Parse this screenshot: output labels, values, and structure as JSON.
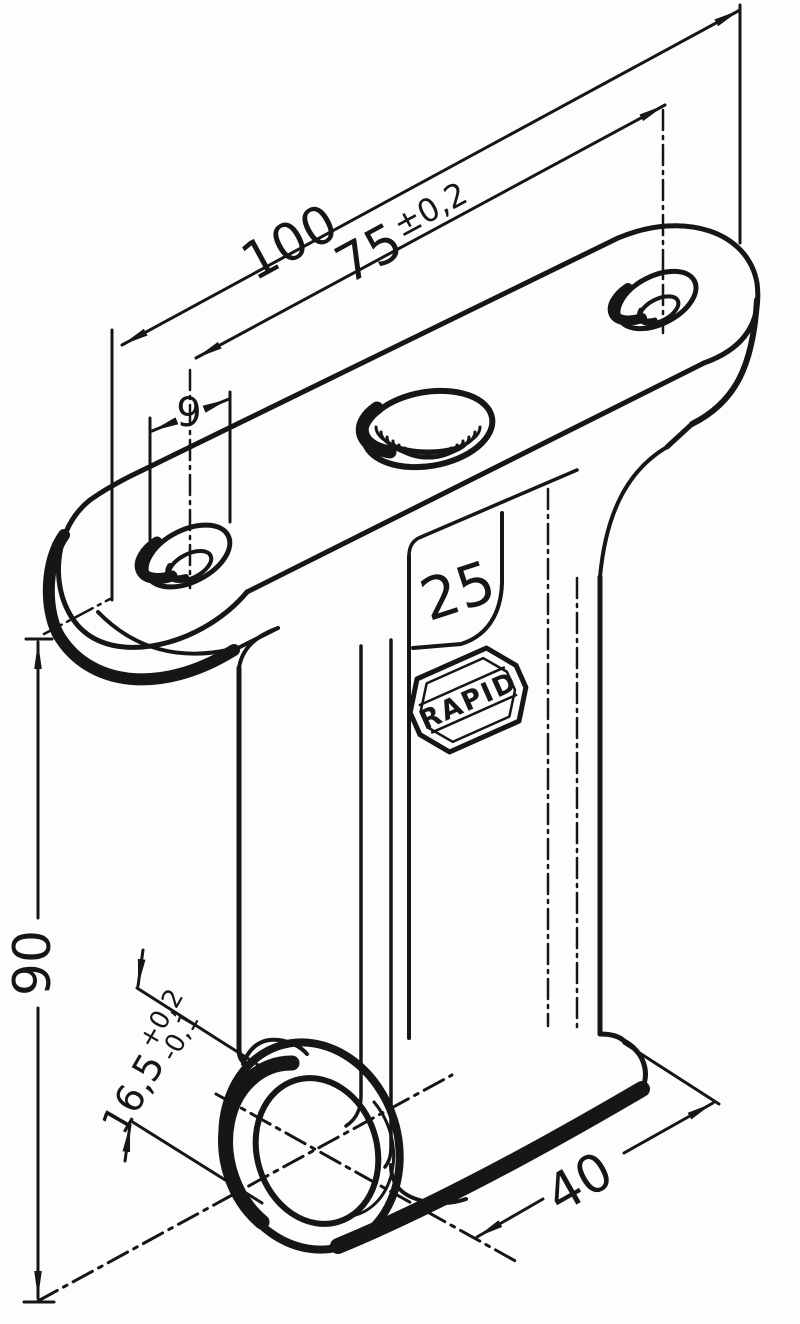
{
  "drawing": {
    "kind": "isometric technical part drawing",
    "brand_marking": "RAPID",
    "size_marking": "25",
    "dims": {
      "overall_length": "100",
      "hole_spacing": "75",
      "hole_spacing_tol": "±0,2",
      "hole_diameter": "9",
      "overall_height": "90",
      "bore_offset": "16,5",
      "bore_offset_tol_plus": "+0,2",
      "bore_offset_tol_minus": "-0,1",
      "boss_length": "40"
    },
    "colors": {
      "ink": "#161616",
      "paper": "#fdfdfc"
    }
  }
}
